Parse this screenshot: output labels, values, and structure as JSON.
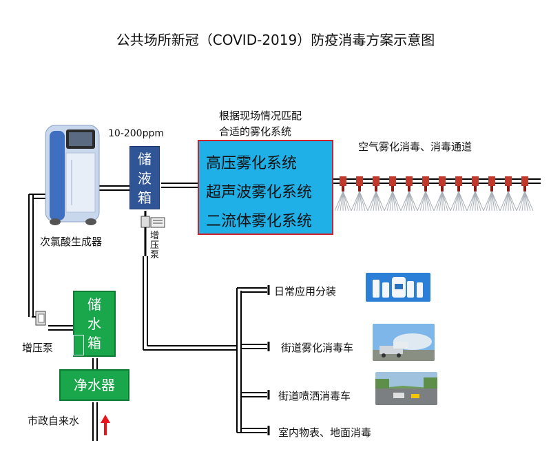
{
  "title": "公共场所新冠（COVID-2019）防疫消毒方案示意图",
  "concentration": "10-200ppm",
  "note_line1": "根据现场情况匹配",
  "note_line2": "合适的雾化系统",
  "storage_tank": "储液箱",
  "systems": [
    "高压雾化系统",
    "超声波雾化系统",
    "二流体雾化系统"
  ],
  "air_channel": "空气雾化消毒、消毒通道",
  "generator": "次氯酸生成器",
  "pump_vertical": "增压泵",
  "pump_left": "增压泵",
  "water_tank": "储水箱",
  "purifier": "净水器",
  "tap_water": "市政自来水",
  "apps": [
    "日常应用分装",
    "街道雾化消毒车",
    "街道喷洒消毒车",
    "室内物表、地面消毒"
  ],
  "colors": {
    "blue_box": "#2f5597",
    "sys_box": "#1fb0e8",
    "sys_border": "#d11f2a",
    "green_box": "#1aa64a",
    "nozzle": "#c0392b",
    "arrow": "#e8141b"
  }
}
